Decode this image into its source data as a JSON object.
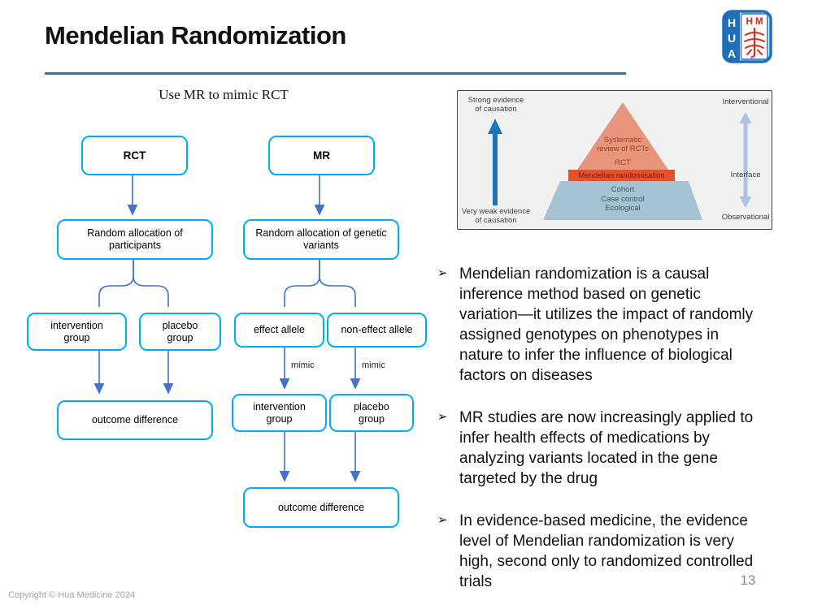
{
  "slide": {
    "title": "Mendelian Randomization",
    "page_number": "13",
    "copyright": "Copyright © Hua Medicine 2024"
  },
  "logo": {
    "letters": [
      "H",
      "U",
      "A"
    ],
    "top_text": "H M"
  },
  "diagram": {
    "caption": "Use MR to mimic RCT",
    "rct": {
      "title": "RCT",
      "step1": "Random allocation of\nparticipants",
      "group_left": "intervention\ngroup",
      "group_right": "placebo\ngroup",
      "outcome": "outcome difference"
    },
    "mr": {
      "title": "MR",
      "step1": "Random allocation of genetic\nvariants",
      "allele_left": "effect allele",
      "allele_right": "non-effect allele",
      "mimic_left": "mimic",
      "mimic_right": "mimic",
      "group_left": "intervention\ngroup",
      "group_right": "placebo\ngroup",
      "outcome": "outcome difference"
    }
  },
  "pyramid": {
    "left_top": "Strong evidence\nof causation",
    "left_bottom": "Very weak evidence\nof causation",
    "tier_top": "Systematic\nreview of RCTs",
    "tier_rct": "RCT",
    "band": "Mendelian randomisation",
    "tier_bottom": "Cohort\nCase control\nEcological",
    "right_top": "Interventional",
    "right_mid": "Interface",
    "right_bottom": "Observational"
  },
  "bullet_marker": "➢",
  "bullets": [
    {
      "text": "Mendelian randomization is a causal\ninference method based on genetic\nvariation—it utilizes the impact of randomly\nassigned genotypes on phenotypes in\nnature to infer the influence of biological\nfactors on diseases"
    },
    {
      "text": "MR studies are now increasingly applied to\ninfer health effects of medications by\nanalyzing variants located in the gene\ntargeted by the drug"
    },
    {
      "text": "In evidence-based medicine, the evidence\nlevel of Mendelian randomization is very\nhigh, second only to randomized controlled\ntrials"
    }
  ],
  "colors": {
    "title_underline": "#2E75B6",
    "flowchart_box_border": "#00AEEF",
    "connector_blue": "#4472C4",
    "pyramid_top": "#E8957E",
    "pyramid_band": "#E84F2B",
    "pyramid_bottom": "#A5C3D3",
    "causation_arrow": "#1B75BC",
    "interface_arrow": "#A9C3E6",
    "logo_blue": "#1E6FB8",
    "logo_red": "#D42B1F"
  }
}
